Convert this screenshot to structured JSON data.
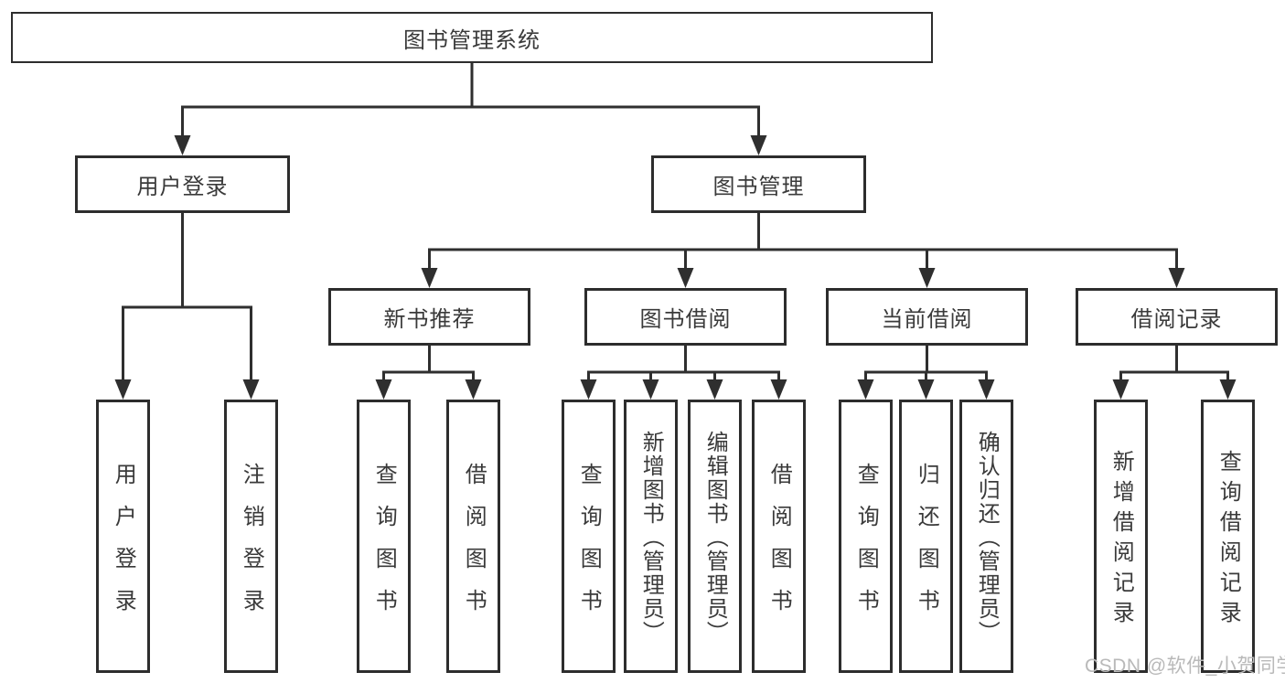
{
  "diagram": {
    "title": "图书管理系统",
    "branches": {
      "user_login": {
        "label": "用户登录",
        "children": {
          "login": "用户登录",
          "logout": "注销登录"
        }
      },
      "book_mgmt": {
        "label": "图书管理",
        "children": {
          "new_books": {
            "label": "新书推荐",
            "children": {
              "query": "查询图书",
              "borrow": "借阅图书"
            }
          },
          "book_borrow": {
            "label": "图书借阅",
            "children": {
              "query": "查询图书",
              "add": "新增图书（管理员）",
              "edit": "编辑图书（管理员）",
              "borrow": "借阅图书"
            }
          },
          "current_borrow": {
            "label": "当前借阅",
            "children": {
              "query": "查询图书",
              "return": "归还图书",
              "confirm": "确认归还（管理员）"
            }
          },
          "borrow_records": {
            "label": "借阅记录",
            "children": {
              "add": "新增借阅记录",
              "query": "查询借阅记录"
            }
          }
        }
      }
    }
  },
  "watermark": "CSDN @软件_小贺同学",
  "colors": {
    "line": "#2f2f2f",
    "border": "#2d2d2d",
    "text": "#3a3a3a",
    "background": "#ffffff",
    "watermark": "#b9b9b9"
  }
}
